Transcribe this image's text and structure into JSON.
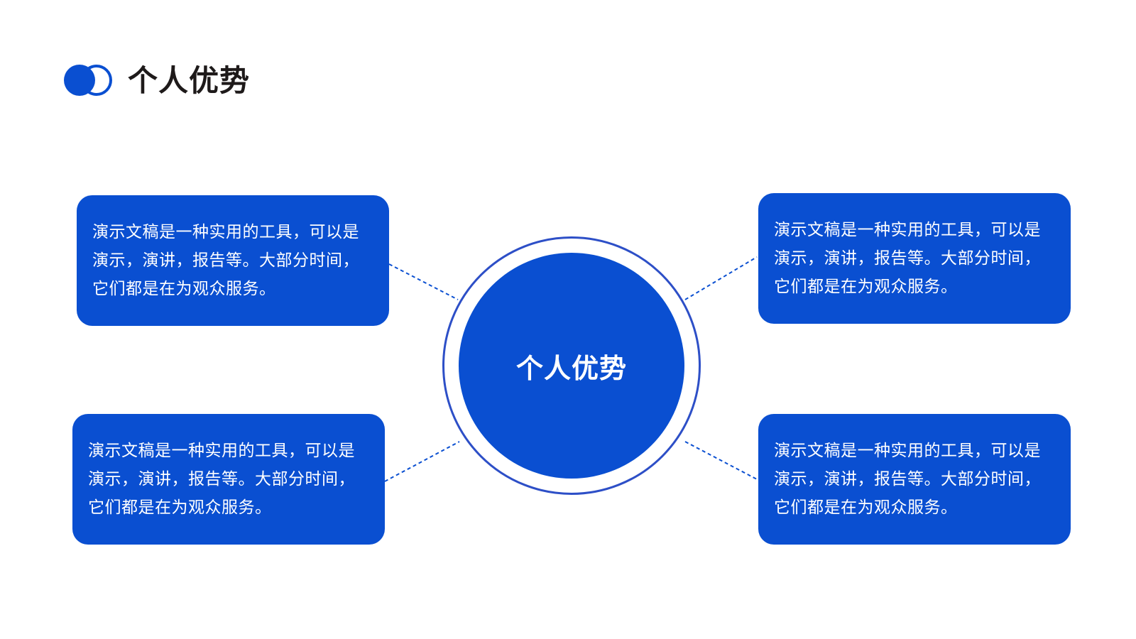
{
  "colors": {
    "accent": "#0a4fd1",
    "ring": "#2d4fc7",
    "title_text": "#1e1a1a",
    "card_text": "#ffffff",
    "background": "#ffffff"
  },
  "header": {
    "title": "个人优势",
    "logo_icon": "overlapping-circles-icon"
  },
  "hub": {
    "label": "个人优势"
  },
  "cards": [
    {
      "position": "top-left",
      "text": "演示文稿是一种实用的工具，可以是演示，演讲，报告等。大部分时间，它们都是在为观众服务。"
    },
    {
      "position": "top-right",
      "text": "演示文稿是一种实用的工具，可以是演示，演讲，报告等。大部分时间，它们都是在为观众服务。"
    },
    {
      "position": "bottom-left",
      "text": "演示文稿是一种实用的工具，可以是演示，演讲，报告等。大部分时间，它们都是在为观众服务。"
    },
    {
      "position": "bottom-right",
      "text": "演示文稿是一种实用的工具，可以是演示，演讲，报告等。大部分时间，它们都是在为观众服务。"
    }
  ]
}
